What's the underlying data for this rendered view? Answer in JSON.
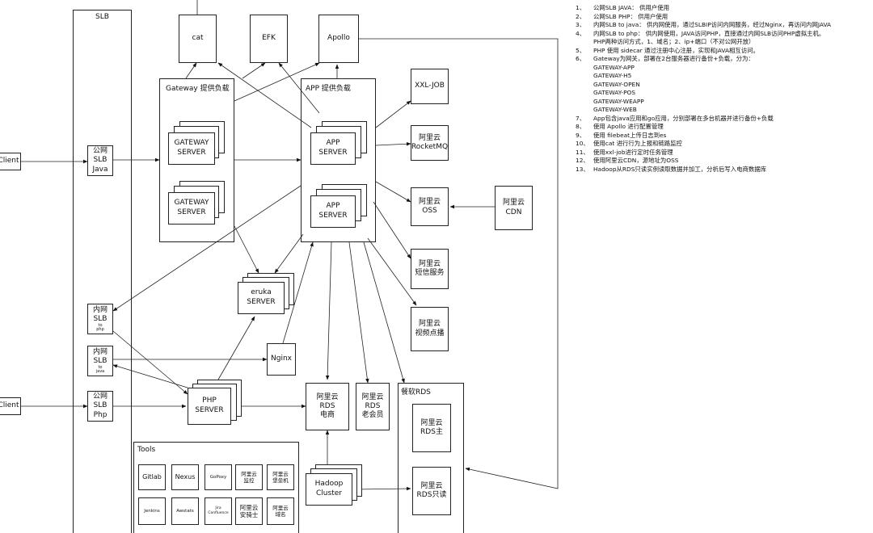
{
  "slb_title": "SLB",
  "clients": [
    "Client",
    "Client"
  ],
  "slb_entries": {
    "public_java": "公网\nSLB\nJava",
    "internal_php_main": "内网\nSLB",
    "internal_php_sub": "to\nphp",
    "internal_java_main": "内网\nSLB",
    "internal_java_sub": "to\njava",
    "public_php": "公网\nSLB\nPhp"
  },
  "top_services": [
    "cat",
    "EFK",
    "Apollo"
  ],
  "gateway_group": {
    "label": "Gateway 提供负载",
    "servers": [
      "GATEWAY\nSERVER",
      "GATEWAY\nSERVER"
    ]
  },
  "app_group": {
    "label": "APP 提供负载",
    "servers": [
      "APP\nSERVER",
      "APP\nSERVER"
    ]
  },
  "right_services": [
    "XXL-JOB",
    "阿里云\nRocketMQ",
    "阿里云\nOSS",
    "阿里云\n短信服务",
    "阿里云\n视频点播"
  ],
  "cdn": "阿里云\nCDN",
  "eruka": "eruka\nSERVER",
  "nginx": "Nginx",
  "php_server": "PHP\nSERVER",
  "rds_ecommerce": "阿里云\nRDS\n电商",
  "rds_old_member": "阿里云\nRDS\n老会员",
  "canruan_rds": {
    "label": "餐软RDS",
    "master": "阿里云\nRDS主",
    "readonly": "阿里云\nRDS只读"
  },
  "hadoop": "Hadoop\nCluster",
  "tools": {
    "label": "Tools",
    "items": [
      "Gitlab",
      "Nexus",
      "GoPoxy",
      "阿里云\n监控",
      "阿里云\n堡垒机",
      "Jenkins",
      "Awstats",
      "Jira\nConfluence",
      "阿里云\n安骑士",
      "阿里云\n域名"
    ]
  },
  "notes": [
    {
      "num": "1、",
      "text": "公网SLB JAVA： 供用户使用"
    },
    {
      "num": "2、",
      "text": "公网SLB PHP： 供用户使用"
    },
    {
      "num": "3、",
      "text": "内网SLB to java： 供内网使用，通过SLBIP访问内网服务，经过Nginx，再访问内网JAVA"
    },
    {
      "num": "4、",
      "text": "内网SLB to php： 供内网使用，JAVA访问PHP，直接通过内网SLB访问PHP虚拟主机。"
    },
    {
      "num": "",
      "text": "PHP两种访问方式，1、域名；2、ip+端口（不对公网开放）"
    },
    {
      "num": "5、",
      "text": "PHP 使用 sidecar 通过注册中心注册，实现和JAVA相互访问。"
    },
    {
      "num": "6、",
      "text": "Gateway为网关，部署在2台服务器进行备份+负载，分为："
    },
    {
      "num": "",
      "text": "GATEWAY-APP"
    },
    {
      "num": "",
      "text": "GATEWAY-H5"
    },
    {
      "num": "",
      "text": "GATEWAY-OPEN"
    },
    {
      "num": "",
      "text": "GATEWAY-POS"
    },
    {
      "num": "",
      "text": "GATEWAY-WEAPP"
    },
    {
      "num": "",
      "text": "GATEWAY-WEB"
    },
    {
      "num": "7、",
      "text": "App包含java应用和go应用，分别部署在多台机器并进行备份+负载"
    },
    {
      "num": "8、",
      "text": "使用 Apollo 进行配置管理"
    },
    {
      "num": "9、",
      "text": "使用 filebeat上传日志到es"
    },
    {
      "num": "10、",
      "text": "使用cat 进行行为上报和链路监控"
    },
    {
      "num": "11、",
      "text": "使用xxl-job进行定时任务管理"
    },
    {
      "num": "12、",
      "text": "使用阿里云CDN，源地址为OSS"
    },
    {
      "num": "13、",
      "text": "Hadoop从RDS只读实例读取数据并加工，分析后写入电商数据库"
    }
  ]
}
